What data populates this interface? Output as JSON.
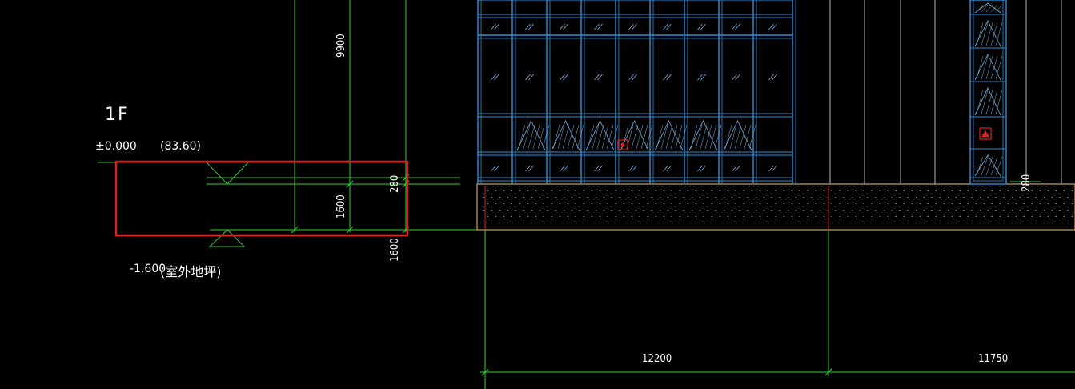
{
  "drawing": {
    "floor_label": "1F",
    "level_main": "±0.000",
    "level_abs": "(83.60)",
    "level_ground": "-1.600",
    "level_ground_note": "(室外地坪)"
  },
  "dimensions": {
    "dim_9900": "9900",
    "dim_1600_inner": "1600",
    "dim_280_left": "280",
    "dim_1600_outer": "1600",
    "dim_280_right": "280",
    "dim_12200": "12200",
    "dim_11750": "11750"
  },
  "colors": {
    "background": "#000000",
    "dim_line": "#33cc33",
    "glazing_frame": "#2e8fd6",
    "hatch": "#7ab8e8",
    "highlight_box": "#e02020",
    "ground_line": "#e8c77a",
    "text": "#ffffff",
    "structure_gray": "#9a9a9a"
  }
}
